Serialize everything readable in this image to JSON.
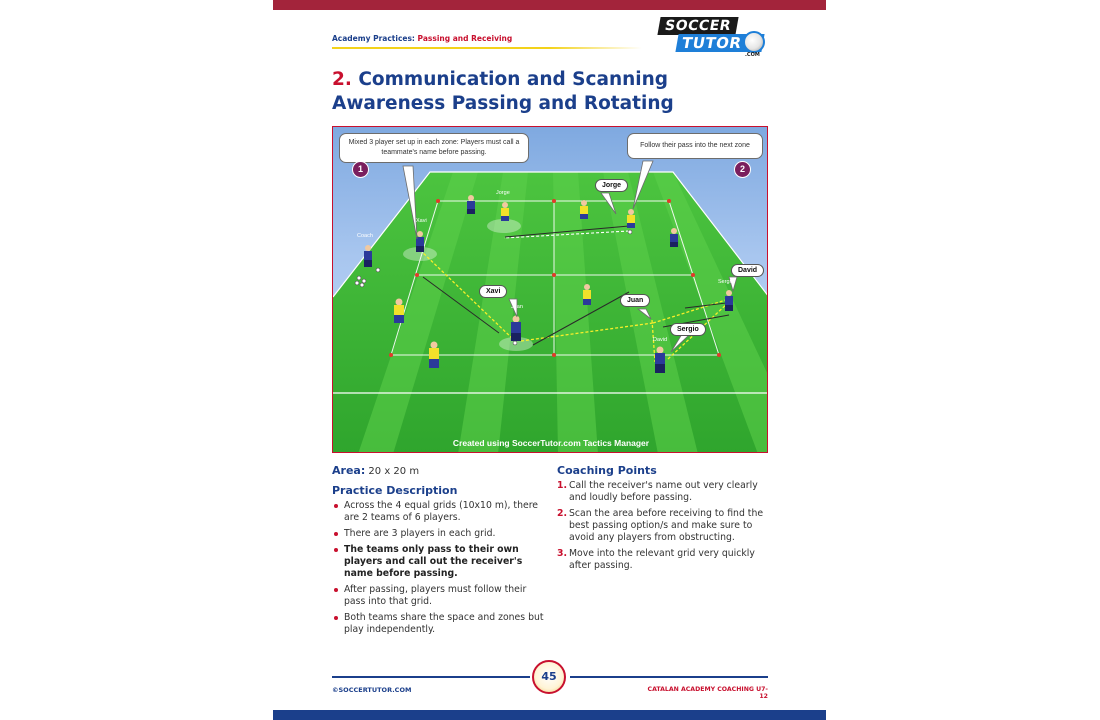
{
  "header": {
    "breadcrumb_prefix": "Academy Practices: ",
    "breadcrumb_section": "Passing and Receiving",
    "logo_top": "SOCCER",
    "logo_bottom": "TUTOR",
    "logo_domain": ".COM"
  },
  "title": {
    "number": "2.",
    "text": "Communication and Scanning Awareness Passing and Rotating"
  },
  "diagram": {
    "callout_1": "Mixed 3 player set up in each zone: Players must call a teammate's name before passing.",
    "callout_2": "Follow their pass into the next zone",
    "badge_1": "1",
    "badge_2": "2",
    "names": {
      "jorge_bubble": "Jorge",
      "xavi_bubble": "Xavi",
      "juan_bubble": "Juan",
      "sergio_bubble": "Sergio",
      "david_bubble": "David",
      "label_jorge": "Jorge",
      "label_xavi": "Xavi",
      "label_coach": "Coach",
      "label_juan": "Juan",
      "label_sergio": "Sergio",
      "label_david": "David"
    },
    "caption": "Created using SoccerTutor.com Tactics Manager"
  },
  "content": {
    "area_label": "Area:",
    "area_value": "20 x 20 m",
    "practice_title": "Practice Description",
    "practice_items": [
      "Across the 4 equal grids (10x10 m), there are 2 teams of 6 players.",
      "There are 3 players in each grid.",
      "The teams only pass to their own players and call out the receiver's name before passing.",
      "After passing, players must follow their pass into that grid.",
      "Both teams share the space and zones but play independently."
    ],
    "coaching_title": "Coaching Points",
    "coaching_items": [
      {
        "n": "1.",
        "text": "Call the receiver's name out very clearly and loudly before passing."
      },
      {
        "n": "2.",
        "text": "Scan the area before receiving to find the best passing option/s and make sure to avoid any players from obstructing."
      },
      {
        "n": "3.",
        "text": "Move into the relevant grid very quickly after passing."
      }
    ]
  },
  "footer": {
    "left": "©SOCCERTUTOR.COM",
    "page_number": "45",
    "right": "CATALAN ACADEMY COACHING U7-12"
  },
  "colors": {
    "brand_blue": "#1b3f8b",
    "accent_red": "#c8102e",
    "pitch_green": "#3fb83a",
    "team_blue": "#2b3a9a",
    "team_yellow": "#f2e12a"
  }
}
